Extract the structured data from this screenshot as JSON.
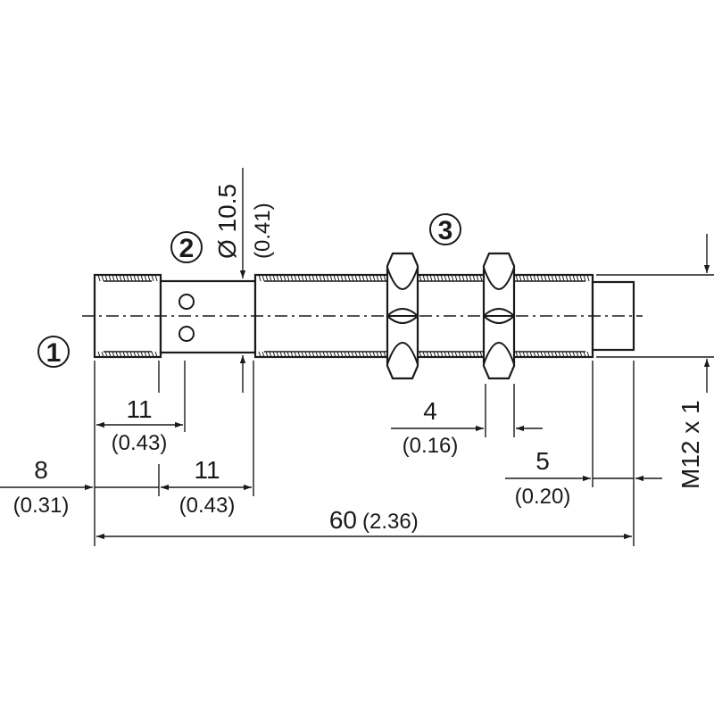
{
  "callouts": {
    "one": "1",
    "two": "2",
    "three": "3"
  },
  "dimensions": {
    "diameter": {
      "value": "Ø 10.5",
      "inch": "(0.41)"
    },
    "d11a": {
      "value": "11",
      "inch": "(0.43)"
    },
    "d8": {
      "value": "8",
      "inch": "(0.31)"
    },
    "d11b": {
      "value": "11",
      "inch": "(0.43)"
    },
    "d4": {
      "value": "4",
      "inch": "(0.16)"
    },
    "d5": {
      "value": "5",
      "inch": "(0.20)"
    },
    "total": {
      "value": "60",
      "inch": "(2.36)"
    },
    "thread": {
      "value": "M12 x 1"
    }
  }
}
